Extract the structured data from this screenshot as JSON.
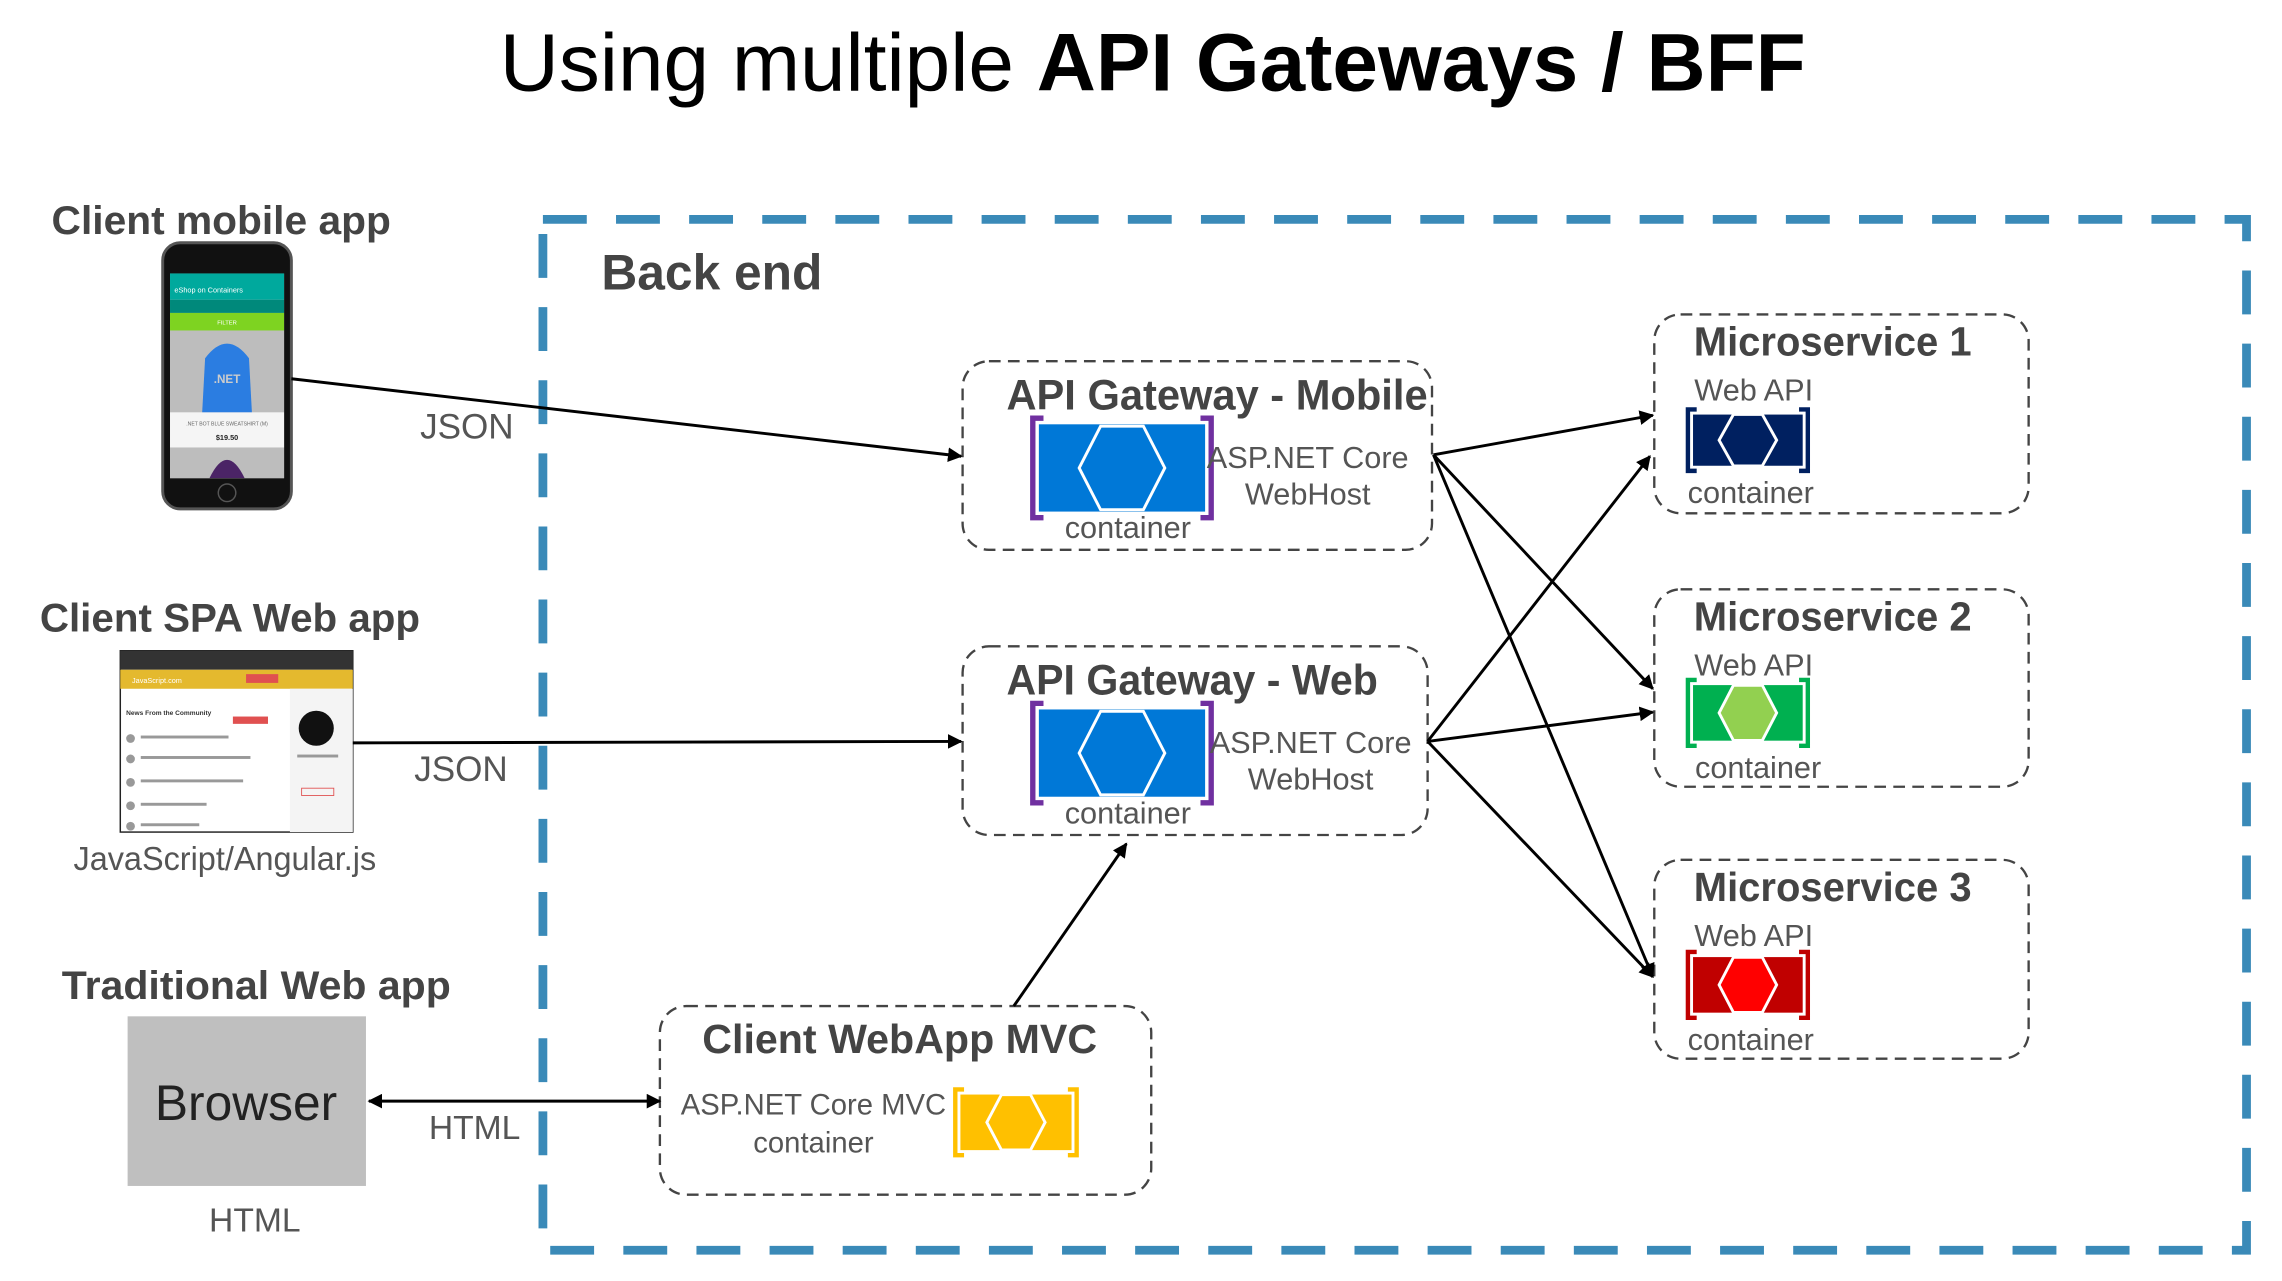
{
  "title": {
    "regular": "Using multiple ",
    "bold": "API Gateways / BFF"
  },
  "backend": {
    "label": "Back end"
  },
  "clients": {
    "mobile": {
      "label": "Client mobile app",
      "protocol": "JSON",
      "screen": {
        "app_title": "eShop on Containers",
        "filter": "FILTER",
        "product": ".NET BOT BLUE SWEATSHIRT (M)",
        "price": "$19.50",
        "logo": ".NET"
      }
    },
    "spa": {
      "label": "Client SPA Web app",
      "protocol": "JSON",
      "caption": "JavaScript/Angular.js",
      "screen": {
        "site": "JavaScript.com",
        "heading": "News From the Community"
      }
    },
    "traditional": {
      "label": "Traditional Web app",
      "browser": "Browser",
      "caption": "HTML",
      "protocol": "HTML"
    }
  },
  "gateways": [
    {
      "title": "API Gateway - Mobile",
      "tech1": "ASP.NET Core",
      "tech2": "WebHost",
      "container": "container"
    },
    {
      "title": "API Gateway - Web",
      "tech1": "ASP.NET Core",
      "tech2": "WebHost",
      "container": "container"
    }
  ],
  "mvc": {
    "title": "Client WebApp MVC",
    "tech1": "ASP.NET Core MVC",
    "tech2": "container"
  },
  "microservices": [
    {
      "title": "Microservice 1",
      "api": "Web API",
      "container": "container"
    },
    {
      "title": "Microservice 2",
      "api": "Web API",
      "container": "container"
    },
    {
      "title": "Microservice 3",
      "api": "Web API",
      "container": "container"
    }
  ],
  "colors": {
    "backend_border": "#3a8ab8",
    "gateway": {
      "fill": "#0078d7",
      "bracket": "#7030a0",
      "hex": "#0078d7"
    },
    "mvc": {
      "fill": "#ffc000",
      "bracket": "#ffc000",
      "hex": "#ffc000"
    },
    "ms1": {
      "fill": "#002060",
      "bracket": "#002060",
      "hex": "#002060"
    },
    "ms2": {
      "fill": "#00b050",
      "bracket": "#00b050",
      "hex": "#92d050"
    },
    "ms3": {
      "fill": "#c00000",
      "bracket": "#c00000",
      "hex": "#ff0000"
    }
  }
}
